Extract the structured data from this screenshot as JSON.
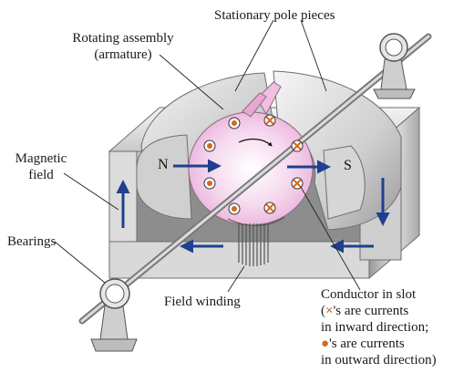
{
  "labels": {
    "stationary_pole_pieces": "Stationary pole pieces",
    "rotating_assembly_line1": "Rotating assembly",
    "rotating_assembly_line2": "(armature)",
    "magnetic_field_line1": "Magnetic",
    "magnetic_field_line2": "field",
    "bearings": "Bearings",
    "field_winding": "Field winding",
    "conductor_title": "Conductor in slot",
    "x_symbol": "×",
    "x_line_rest": "'s are currents",
    "inward_line": "in inward direction;",
    "dot_symbol": "●",
    "dot_line_rest": "'s are currents",
    "outward_line": "in outward direction)",
    "open_paren": "(",
    "pole_n": "N",
    "pole_s": "S"
  },
  "colors": {
    "conductor": "#d2691e",
    "field_arrow": "#1f3f8f",
    "armature": "#f2c8e6",
    "metal_light": "#e6e6e6",
    "metal_mid": "#bdbdbd",
    "metal_dark": "#8a8a8a"
  }
}
